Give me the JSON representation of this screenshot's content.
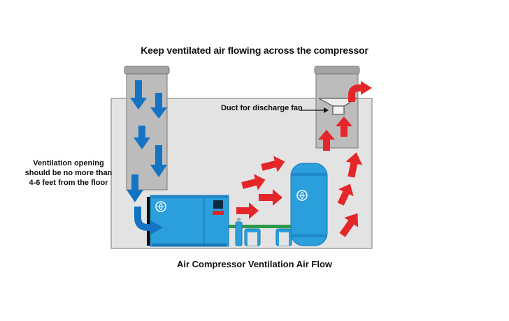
{
  "title": "Keep ventilated air flowing across the compressor",
  "caption": "Air Compressor Ventilation Air Flow",
  "labels": {
    "ventilation_opening": "Ventilation opening should be no more than 4-6 feet from the floor",
    "discharge_duct": "Duct for discharge fan"
  },
  "colors": {
    "room": "#e3e3e3",
    "duct": "#bcbcbc",
    "duct_cap": "#a4a4a4",
    "equipment": "#2b9fdc",
    "equipment_dark": "#1277b5",
    "cool_air": "#1473c3",
    "warm_air": "#e42629",
    "pipe": "#2e9a4a"
  },
  "icons": [
    "down-arrow-icon",
    "right-arrow-icon",
    "up-arrow-icon",
    "globe-logo-icon"
  ]
}
